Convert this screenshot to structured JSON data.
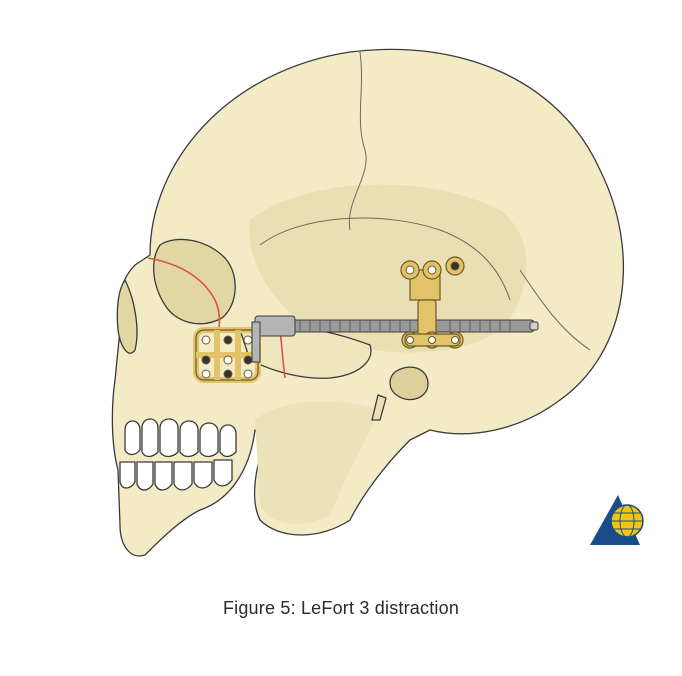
{
  "caption": "Figure 5: LeFort 3 distraction",
  "colors": {
    "bone": "#f3ebc6",
    "bone_shade": "#e6dcae",
    "outline": "#3a3a3a",
    "osteotomy": "#d9534f",
    "plate": "#e2c36a",
    "rod": "#8b8b8b",
    "logo_blue": "#1a4c8c",
    "logo_yellow": "#f2c40a"
  },
  "icons": [
    "skull-illustration",
    "distraction-device",
    "ao-logo"
  ]
}
